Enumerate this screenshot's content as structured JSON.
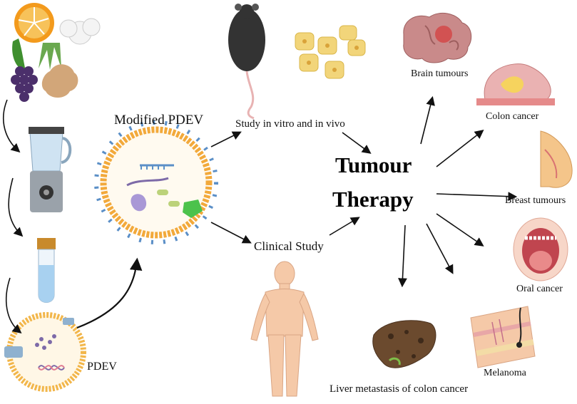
{
  "labels": {
    "modified_pdev": "Modified  PDEV",
    "study_vitro_vivo": "Study in vitro and in vivo",
    "clinical_study": "Clinical  Study",
    "pdev": "PDEV",
    "brain": "Brain tumours",
    "colon": "Colon cancer",
    "breast": "Breast tumours",
    "oral": "Oral cancer",
    "melanoma": "Melanoma",
    "liver": "Liver metastasis of colon cancer"
  },
  "center": {
    "line1": "Tumour",
    "line2": "Therapy"
  },
  "colors": {
    "membrane_orange": "#f2a93b",
    "membrane_blue": "#5b8fc7",
    "brain": "#c98a8a",
    "liver": "#6b4a2e",
    "skin": "#f5c9a8",
    "arrow": "#111111"
  },
  "icons": [
    "fruit-vegetable-icon",
    "blender-icon",
    "test-tube-icon",
    "vesicle-icon",
    "mouse-icon",
    "cells-icon",
    "human-body-icon",
    "brain-icon",
    "colon-icon",
    "breast-icon",
    "mouth-icon",
    "skin-icon",
    "liver-icon"
  ]
}
